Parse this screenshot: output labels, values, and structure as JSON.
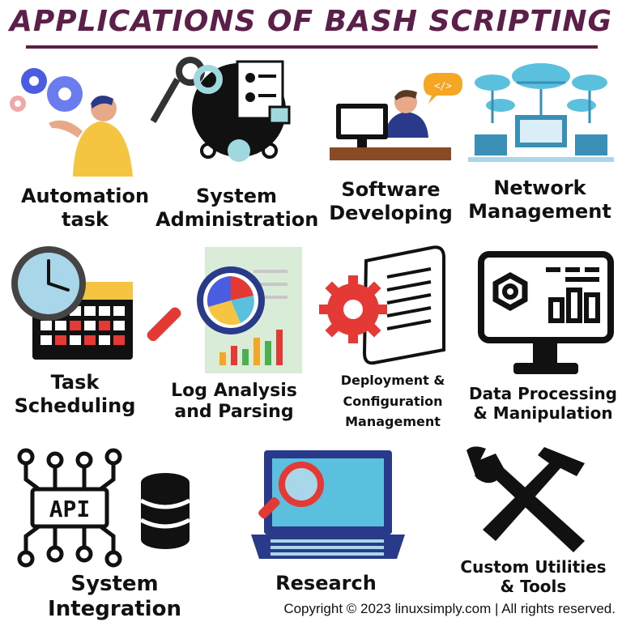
{
  "title": "APPLICATIONS OF BASH SCRIPTING",
  "items": [
    {
      "line1": "Automation",
      "line2": "task",
      "icon": "gears-person-icon"
    },
    {
      "line1": "System",
      "line2": "Administration",
      "icon": "keys-admin-icon"
    },
    {
      "line1": "Software",
      "line2": "Developing",
      "icon": "developer-icon"
    },
    {
      "line1": "Network",
      "line2": "Management",
      "icon": "cloud-network-icon"
    },
    {
      "line1": "Task",
      "line2": "Scheduling",
      "icon": "clock-calendar-icon"
    },
    {
      "line1": "Log Analysis",
      "line2": "and Parsing",
      "icon": "magnifier-chart-icon"
    },
    {
      "line1": "Deployment &",
      "line2": "Configuration",
      "line3": "Management",
      "icon": "gear-scroll-icon"
    },
    {
      "line1": "Data Processing",
      "line2": "& Manipulation",
      "icon": "monitor-dashboard-icon"
    },
    {
      "line1": "System Integration",
      "icon": "api-database-icon",
      "api_text": "API"
    },
    {
      "line1": "Research",
      "icon": "laptop-search-icon"
    },
    {
      "line1": "Custom Utilities",
      "line2": "& Tools",
      "icon": "wrench-hammer-icon"
    }
  ],
  "footer": "Copyright © 2023 linuxsimply.com | All rights reserved.",
  "colors": {
    "title": "#5b1f4a",
    "gear_blue": "#4a5de0",
    "gear_red": "#e53935",
    "cloud": "#5bc0de",
    "yellow": "#f5c542"
  }
}
